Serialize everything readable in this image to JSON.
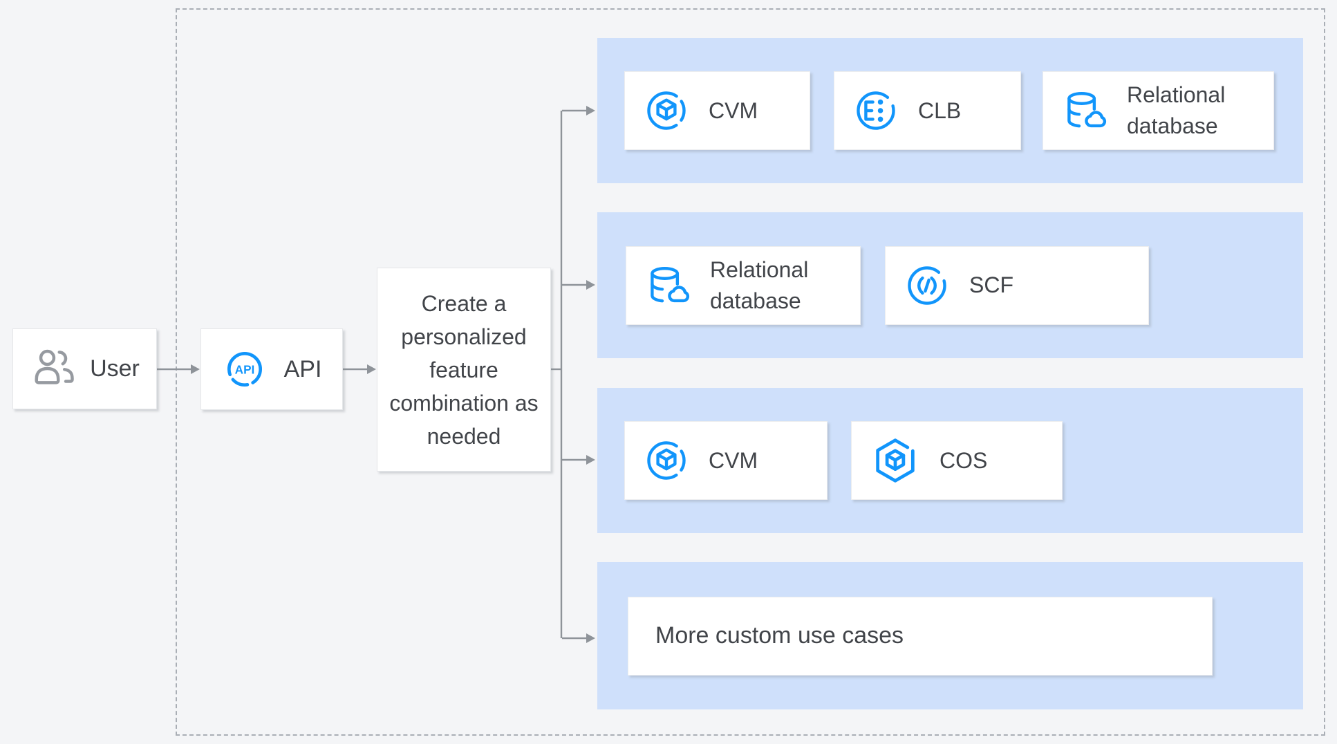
{
  "diagram": {
    "user": {
      "label": "User"
    },
    "api": {
      "label": "API",
      "icon_text": "API"
    },
    "create_box": {
      "text": "Create a personalized feature combination as needed"
    },
    "groups": [
      {
        "items": [
          {
            "icon": "cvm-icon",
            "label": "CVM"
          },
          {
            "icon": "clb-icon",
            "label": "CLB"
          },
          {
            "icon": "relational-database-icon",
            "label": "Relational database"
          }
        ]
      },
      {
        "items": [
          {
            "icon": "relational-database-icon",
            "label": "Relational database"
          },
          {
            "icon": "scf-icon",
            "label": "SCF"
          }
        ]
      },
      {
        "items": [
          {
            "icon": "cvm-icon",
            "label": "CVM"
          },
          {
            "icon": "cos-icon",
            "label": "COS"
          }
        ]
      },
      {
        "items": [
          {
            "label": "More custom use cases"
          }
        ]
      }
    ],
    "colors": {
      "accent_blue": "#1195fb",
      "panel_blue": "#cfe0fb",
      "text_dark": "#414449",
      "line_gray": "#8e9399",
      "background": "#f4f5f7"
    }
  }
}
